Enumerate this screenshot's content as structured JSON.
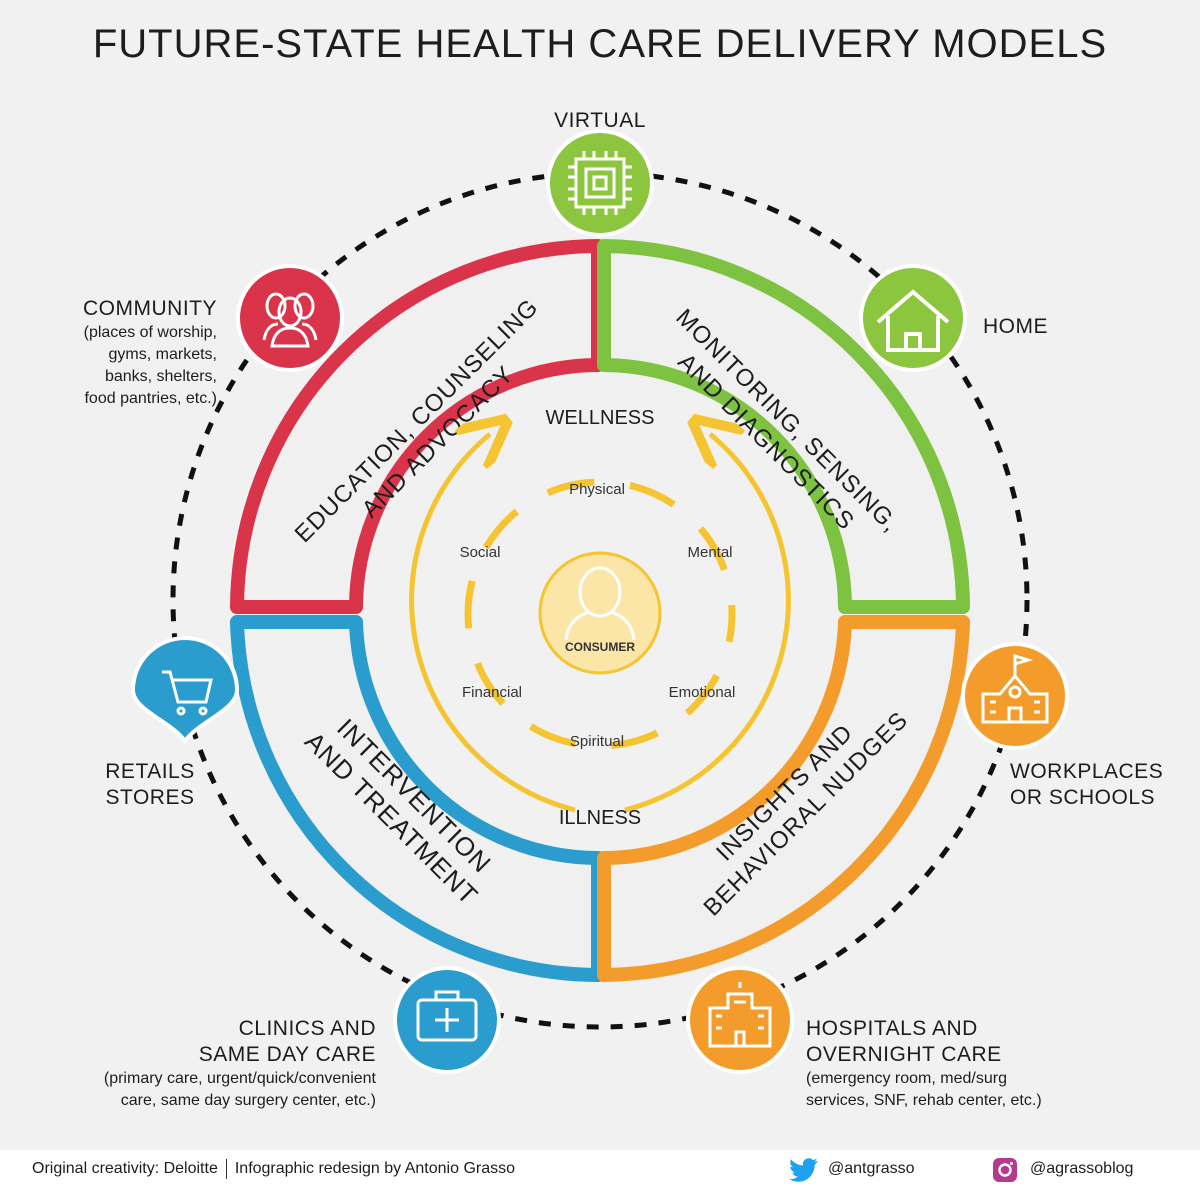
{
  "title": "FUTURE-STATE HEALTH CARE DELIVERY MODELS",
  "nodes": {
    "virtual": {
      "label": "VIRTUAL",
      "color": "#8cc63f"
    },
    "home": {
      "label": "HOME",
      "color": "#8cc63f"
    },
    "community": {
      "label": "COMMUNITY",
      "detail_lines": [
        "(places of worship,",
        "gyms, markets,",
        "banks, shelters,",
        "food pantries, etc.)"
      ],
      "color": "#d9344a"
    },
    "retail": {
      "label_lines": [
        "RETAILS",
        "STORES"
      ],
      "color": "#2a9ccd"
    },
    "workplaces": {
      "label_lines": [
        "WORKPLACES",
        "OR SCHOOLS"
      ],
      "color": "#f39c2b"
    },
    "clinics": {
      "label_lines": [
        "CLINICS AND",
        "SAME DAY CARE"
      ],
      "detail_lines": [
        "(primary care, urgent/quick/convenient",
        "care, same day surgery center, etc.)"
      ],
      "color": "#2a9ccd"
    },
    "hospitals": {
      "label_lines": [
        "HOSPITALS AND",
        "OVERNIGHT CARE"
      ],
      "detail_lines": [
        "(emergency room, med/surg",
        "services, SNF, rehab center, etc.)"
      ],
      "color": "#f39c2b"
    }
  },
  "quadrants": {
    "education": {
      "lines": [
        "EDUCATION, COUNSELING",
        "AND ADVOCACY"
      ],
      "color": "#d9344a"
    },
    "monitoring": {
      "lines": [
        "MONITORING, SENSING,",
        "AND DIAGNOSTICS"
      ],
      "color": "#7ec242"
    },
    "intervention": {
      "lines": [
        "INTERVENTION",
        "AND TREATMENT"
      ],
      "color": "#2a9ccd"
    },
    "insights": {
      "lines": [
        "INSIGHTS AND",
        "BEHAVIORAL NUDGES"
      ],
      "color": "#f39c2b"
    }
  },
  "center": {
    "wellness": "WELLNESS",
    "illness": "ILLNESS",
    "dimensions": [
      "Physical",
      "Mental",
      "Emotional",
      "Spiritual",
      "Financial",
      "Social"
    ],
    "consumer": "CONSUMER",
    "ring_color": "#f5c431"
  },
  "footer": {
    "credit_left": "Original creativity: Deloitte",
    "credit_right": "Infographic redesign by Antonio Grasso",
    "twitter": "@antgrasso",
    "instagram": "@agrassoblog"
  }
}
